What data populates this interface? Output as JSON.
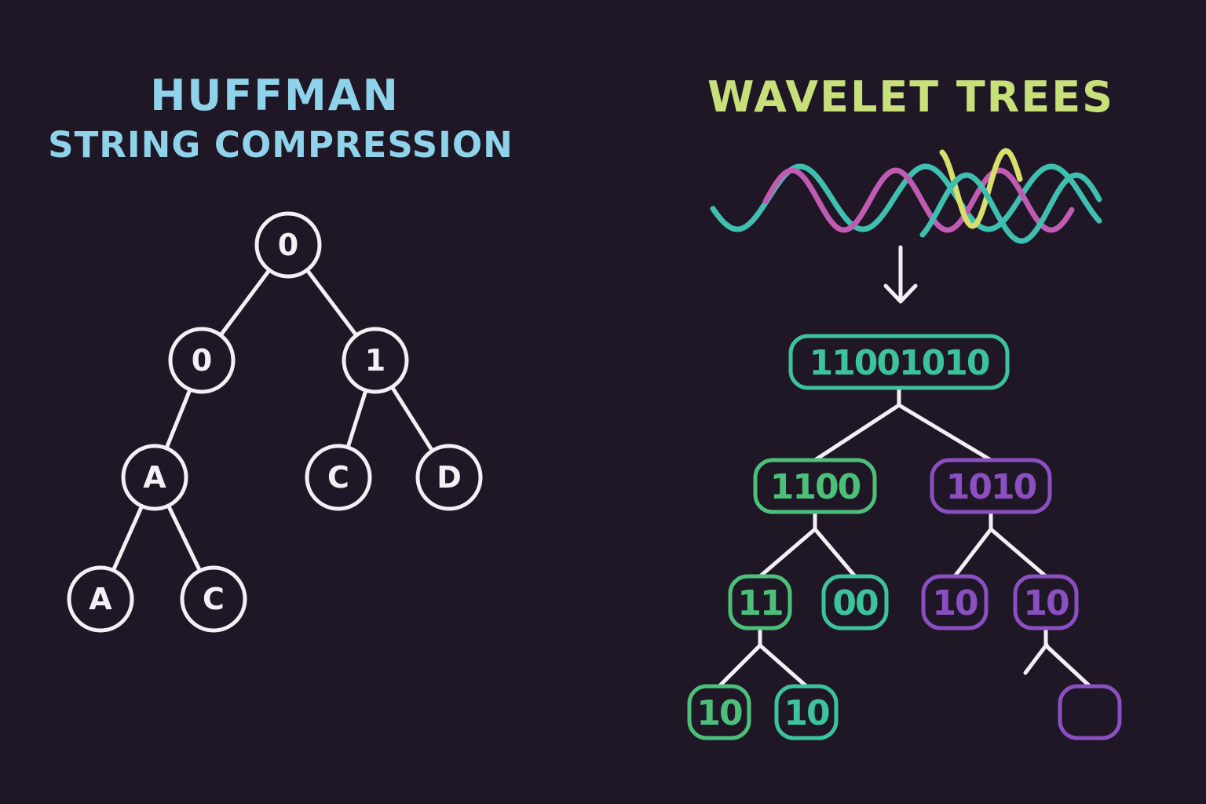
{
  "left_panel": {
    "title": "HUFFMAN",
    "subtitle": "STRING COMPRESSION",
    "nodes": [
      {
        "id": "root",
        "label": "0"
      },
      {
        "id": "l",
        "label": "0"
      },
      {
        "id": "r",
        "label": "1"
      },
      {
        "id": "la",
        "label": "A"
      },
      {
        "id": "rc",
        "label": "C"
      },
      {
        "id": "rd",
        "label": "D"
      },
      {
        "id": "laa",
        "label": "A"
      },
      {
        "id": "lac",
        "label": "C"
      }
    ],
    "edges": [
      [
        "root",
        "l"
      ],
      [
        "root",
        "r"
      ],
      [
        "l",
        "la"
      ],
      [
        "r",
        "rc"
      ],
      [
        "r",
        "rd"
      ],
      [
        "la",
        "laa"
      ],
      [
        "la",
        "lac"
      ]
    ],
    "node_color": "#f2f0f4"
  },
  "right_panel": {
    "title": "WAVELET TREES",
    "wave_colors": [
      "#3fbfb0",
      "#c05bb2",
      "#d8df6a",
      "#3fbfb0"
    ],
    "arrow_glyph": "↓",
    "nodes": [
      {
        "id": "w0",
        "label": "11001010",
        "color": "#3cc39b"
      },
      {
        "id": "w1",
        "label": "1100",
        "color": "#4cc07a"
      },
      {
        "id": "w2",
        "label": "1010",
        "color": "#8a4fc0"
      },
      {
        "id": "w3",
        "label": "11",
        "color": "#4cc07a"
      },
      {
        "id": "w4",
        "label": "00",
        "color": "#3cc39b"
      },
      {
        "id": "w5",
        "label": "10",
        "color": "#8a4fc0"
      },
      {
        "id": "w6",
        "label": "10",
        "color": "#8a4fc0"
      },
      {
        "id": "w7",
        "label": "10",
        "color": "#4cc07a"
      },
      {
        "id": "w8",
        "label": "10",
        "color": "#3cc39b"
      },
      {
        "id": "w9",
        "label": "",
        "color": "#8a4fc0"
      }
    ],
    "edges": [
      [
        "w0",
        "w1"
      ],
      [
        "w0",
        "w2"
      ],
      [
        "w1",
        "w3"
      ],
      [
        "w1",
        "w4"
      ],
      [
        "w2",
        "w5"
      ],
      [
        "w2",
        "w6"
      ],
      [
        "w3",
        "w7"
      ],
      [
        "w3",
        "w8"
      ],
      [
        "w6",
        "w9"
      ]
    ],
    "edge_color": "#f2f0f4"
  }
}
